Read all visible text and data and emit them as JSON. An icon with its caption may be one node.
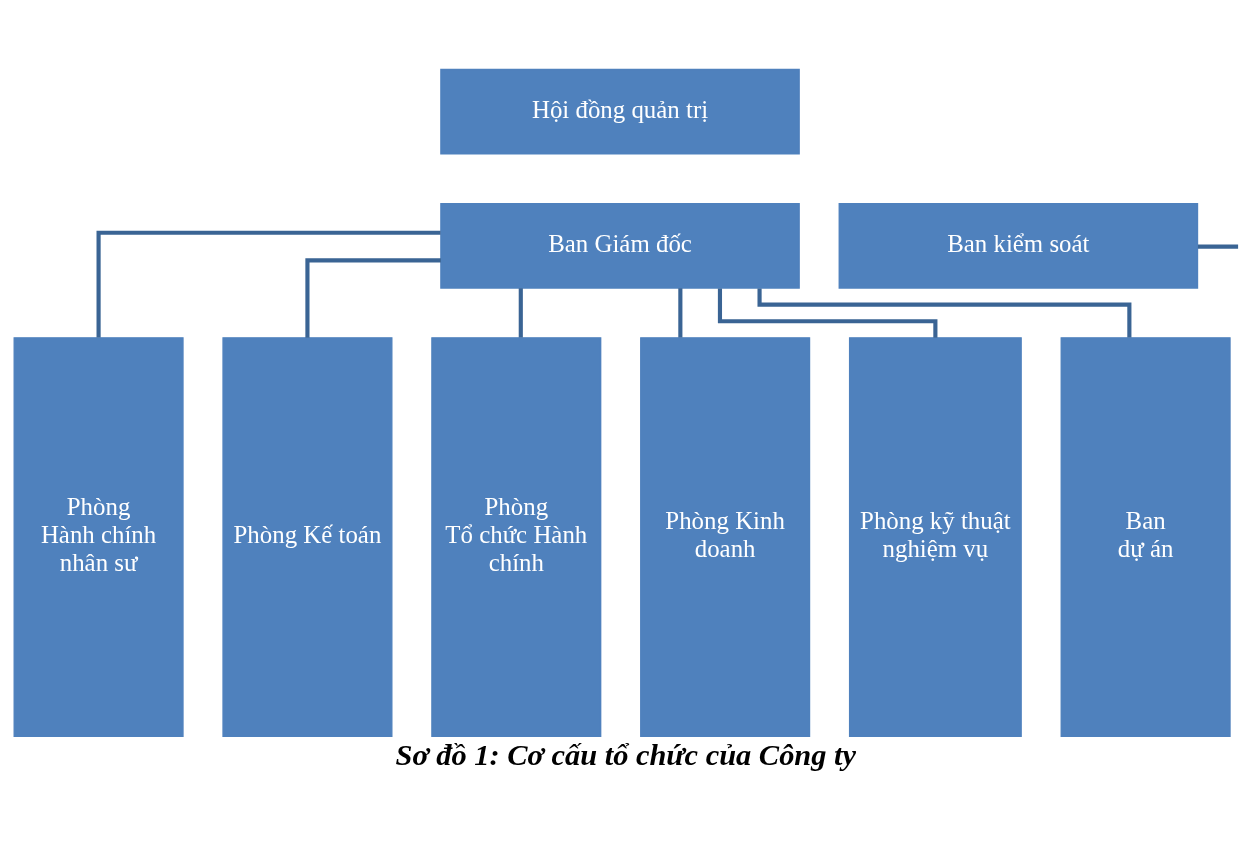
{
  "diagram": {
    "caption": "Sơ đồ 1: Cơ cấu tổ chức của Công ty",
    "nodes": [
      {
        "text": [
          "Hội đồng quản trị"
        ]
      },
      {
        "text": [
          "Ban Giám đốc"
        ]
      },
      {
        "text": [
          "Ban kiểm soát"
        ]
      },
      {
        "text": [
          "Phòng",
          "Hành chính nhân sư"
        ]
      },
      {
        "text": [
          "Phòng Kế toán"
        ]
      },
      {
        "text": [
          "Phòng",
          "Tổ chức Hành chính"
        ]
      },
      {
        "text": [
          "Phòng Kinh doanh"
        ]
      },
      {
        "text": [
          "Phòng kỹ thuật nghiệm vụ"
        ]
      },
      {
        "text": [
          "Ban",
          "dự án"
        ]
      }
    ],
    "edges": [
      {
        "from": 2,
        "to": null,
        "arrow": "none"
      },
      {
        "from": 1,
        "to": 3,
        "arrow": "none"
      },
      {
        "from": 1,
        "to": 4,
        "arrow": "none"
      },
      {
        "from": 1,
        "to": 5,
        "arrow": "none"
      },
      {
        "from": 1,
        "to": 6,
        "arrow": "none"
      },
      {
        "from": 1,
        "to": 7,
        "arrow": "none"
      },
      {
        "from": 1,
        "to": 8,
        "arrow": "none"
      }
    ]
  }
}
